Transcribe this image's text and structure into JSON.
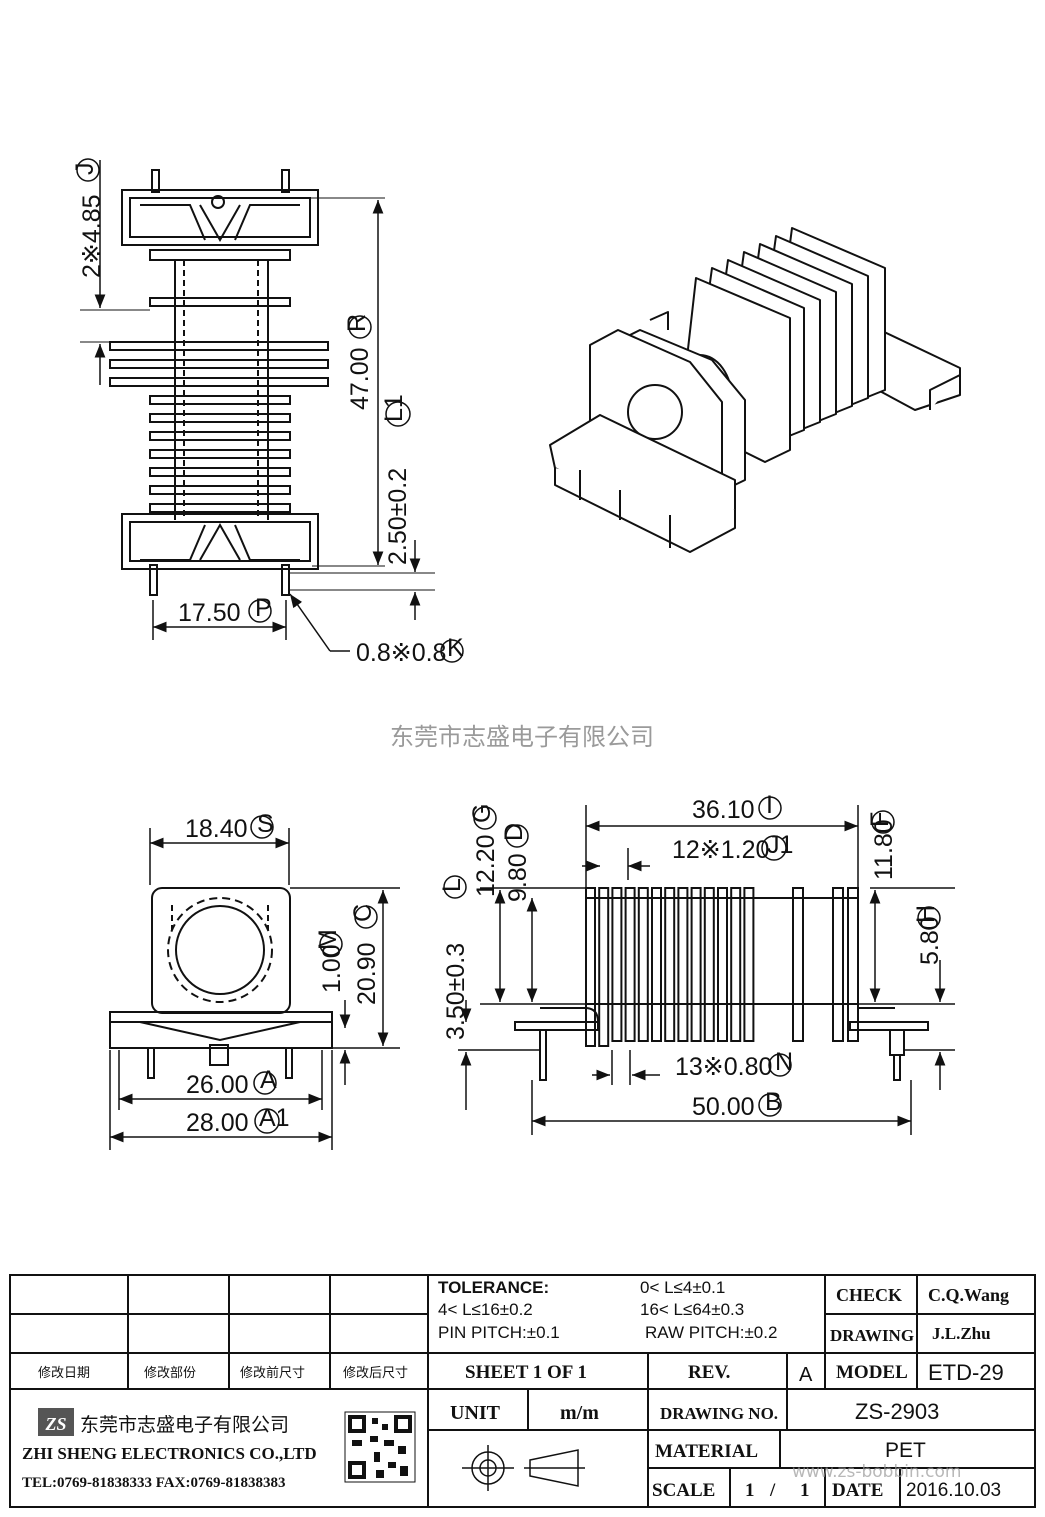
{
  "watermark_center": "东莞市志盛电子有限公司",
  "watermark_url": "www.zs-bobbin.com",
  "dimensions": {
    "top_front": {
      "d_j": "2※4.85",
      "d_j_mark": "J",
      "d_r": "47.00",
      "d_r_mark": "R",
      "d_l1": "2.50±0.2",
      "d_l1_mark": "L1",
      "d_p": "17.50",
      "d_p_mark": "P",
      "d_k": "0.8※0.8",
      "d_k_mark": "K"
    },
    "end_view": {
      "d_s": "18.40",
      "d_s_mark": "S",
      "d_m": "1.00",
      "d_m_mark": "M",
      "d_c": "20.90",
      "d_c_mark": "C",
      "d_a": "26.00",
      "d_a_mark": "A",
      "d_a1": "28.00",
      "d_a1_mark": "A1"
    },
    "side_view": {
      "d_i": "36.10",
      "d_i_mark": "I",
      "d_j1": "12※1.20",
      "d_j1_mark": "J1",
      "d_g": "12.20",
      "d_g_mark": "G",
      "d_d": "9.80",
      "d_d_mark": "D",
      "d_l": "3.50±0.3",
      "d_l_mark": "L",
      "d_f": "11.80",
      "d_f_mark": "F",
      "d_h": "5.80",
      "d_h_mark": "H",
      "d_n": "13※0.80",
      "d_n_mark": "N",
      "d_b": "50.00",
      "d_b_mark": "B"
    }
  },
  "title_block": {
    "tolerance_label": "TOLERANCE:",
    "tol_1": "0< L≤4±0.1",
    "tol_2": "4< L≤16±0.2",
    "tol_3": "16< L≤64±0.3",
    "pin_pitch": "PIN PITCH:±0.1",
    "raw_pitch": "RAW PITCH:±0.2",
    "check_label": "CHECK",
    "check_value": "C.Q.Wang",
    "drawing_label": "DRAWING",
    "drawing_value": "J.L.Zhu",
    "rev_headers": [
      "修改日期",
      "修改部份",
      "修改前尺寸",
      "修改后尺寸"
    ],
    "sheet": "SHEET 1 OF 1",
    "rev_label": "REV.",
    "rev_value": "A",
    "model_label": "MODEL",
    "model_value": "ETD-29",
    "unit_label": "UNIT",
    "unit_value": "m/m",
    "drawing_no_label": "DRAWING NO.",
    "drawing_no_value": "ZS-2903",
    "material_label": "MATERIAL",
    "material_value": "PET",
    "scale_label": "SCALE",
    "scale_num": "1",
    "scale_sep": "/",
    "scale_den": "1",
    "date_label": "DATE",
    "date_value": "2016.10.03",
    "company_cn": "东莞市志盛电子有限公司",
    "company_en": "ZHI SHENG ELECTRONICS CO.,LTD",
    "company_tel": "TEL:0769-81838333 FAX:0769-81838383",
    "logo_text": "ZS"
  }
}
